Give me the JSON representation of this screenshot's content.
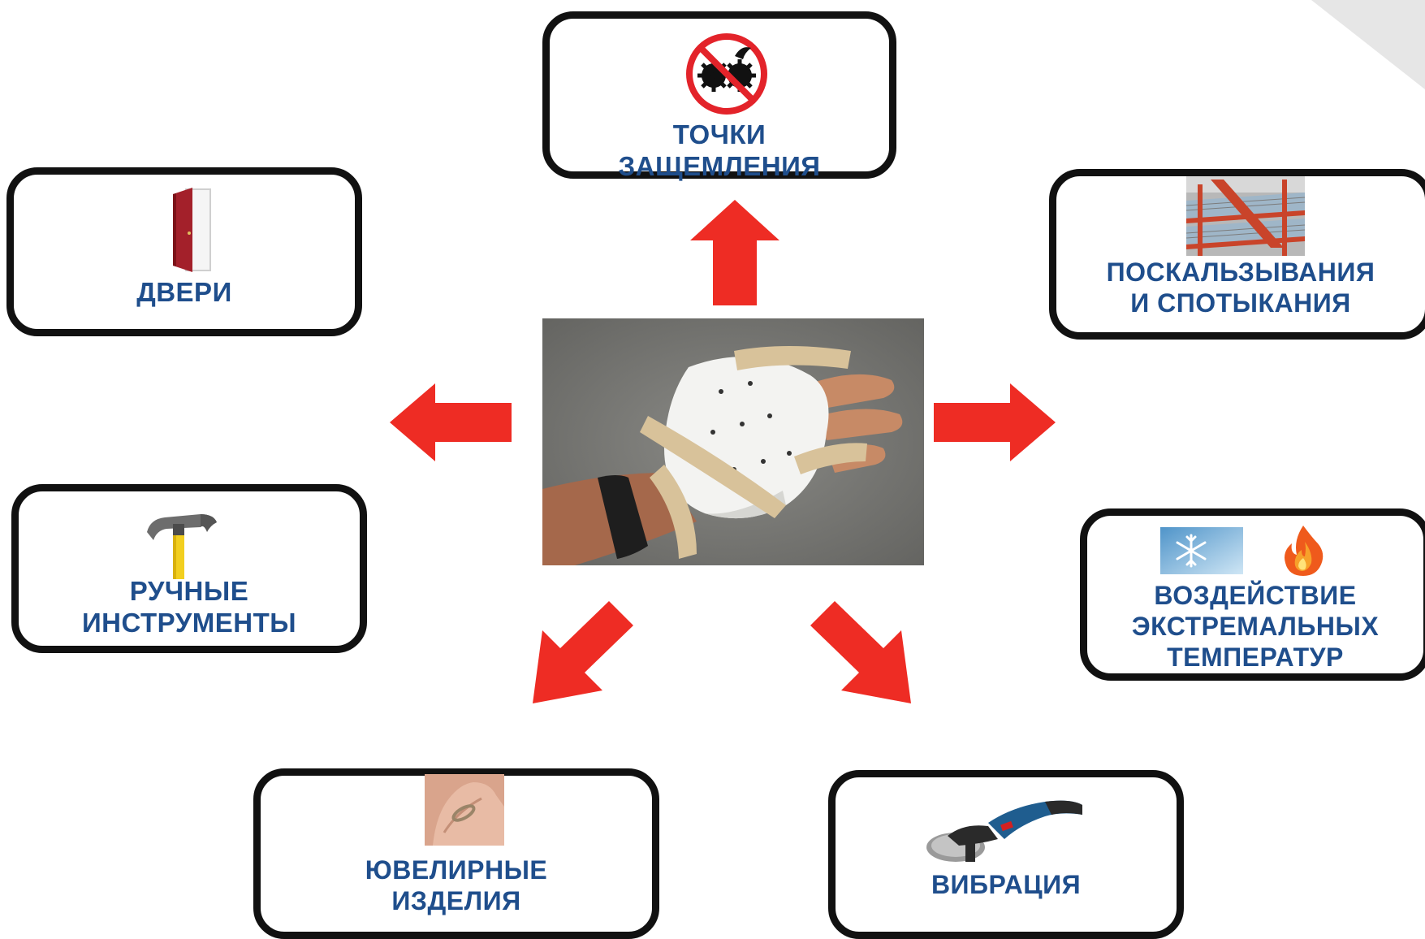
{
  "colors": {
    "box_border": "#111111",
    "label_text": "#1f4e8c",
    "arrow": "#ee2c24"
  },
  "hazards": {
    "pinch_points": {
      "lines": [
        "ТОЧКИ",
        "ЗАЩЕМЛЕНИЯ"
      ],
      "icon": "no-pinch-gears-icon"
    },
    "doors": {
      "lines": [
        "ДВЕРИ"
      ],
      "icon": "door-icon"
    },
    "slips_trips": {
      "lines": [
        "ПОСКАЛЬЗЫВАНИЯ",
        "И СПОТЫКАНИЯ"
      ],
      "icon": "staircase-photo"
    },
    "hand_tools": {
      "lines": [
        "РУЧНЫЕ",
        "ИНСТРУМЕНТЫ"
      ],
      "icon": "hammer-icon"
    },
    "extreme_temps": {
      "lines": [
        "ВОЗДЕЙСТВИЕ",
        "ЭКСТРЕМАЛЬНЫХ",
        "ТЕМПЕРАТУР"
      ],
      "icons": [
        "snowflake-icon",
        "flame-icon"
      ]
    },
    "jewelry": {
      "lines": [
        "ЮВЕЛИРНЫЕ",
        "ИЗДЕЛИЯ"
      ],
      "icon": "ring-finger-photo"
    },
    "vibration": {
      "lines": [
        "ВИБРАЦИЯ"
      ],
      "icon": "angle-grinder-icon"
    }
  },
  "center_image": "injured-hand-splint-photo"
}
